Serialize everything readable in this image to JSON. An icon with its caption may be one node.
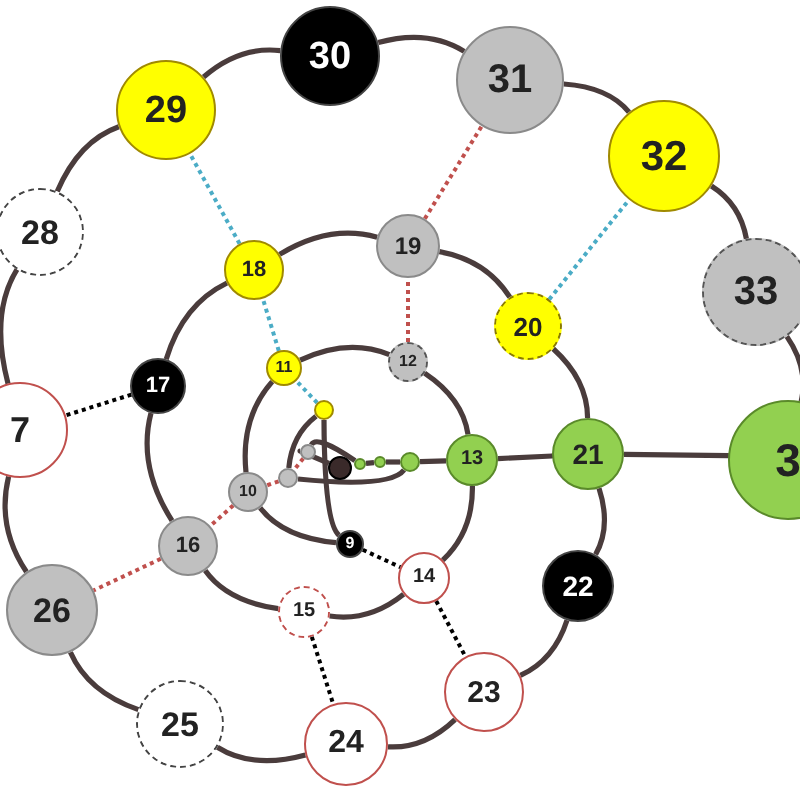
{
  "diagram": {
    "nodes": [
      {
        "text": [],
        "shape": "circle"
      },
      {
        "text": [],
        "shape": "circle"
      },
      {
        "text": [],
        "shape": "circle"
      },
      {
        "text": [],
        "shape": "circle"
      },
      {
        "text": [],
        "shape": "circle"
      },
      {
        "text": [],
        "shape": "circle"
      },
      {
        "text": [],
        "shape": "circle"
      },
      {
        "text": [
          "9"
        ]
      },
      {
        "text": [
          "10"
        ]
      },
      {
        "text": [
          "11"
        ]
      },
      {
        "text": [
          "12"
        ]
      },
      {
        "text": [
          "13"
        ]
      },
      {
        "text": [
          "14"
        ]
      },
      {
        "text": [
          "15"
        ]
      },
      {
        "text": [
          "16"
        ]
      },
      {
        "text": [
          "17"
        ]
      },
      {
        "text": [
          "18"
        ]
      },
      {
        "text": [
          "19"
        ]
      },
      {
        "text": [
          "20"
        ]
      },
      {
        "text": [
          "21"
        ]
      },
      {
        "text": [
          "22"
        ]
      },
      {
        "text": [
          "23"
        ]
      },
      {
        "text": [
          "24"
        ]
      },
      {
        "text": [
          "25"
        ]
      },
      {
        "text": [
          "26"
        ]
      },
      {
        "text": [
          "7"
        ]
      },
      {
        "text": [
          "28"
        ]
      },
      {
        "text": [
          "29"
        ]
      },
      {
        "text": [
          "30"
        ]
      },
      {
        "text": [
          "31"
        ]
      },
      {
        "text": [
          "32"
        ]
      },
      {
        "text": [
          "33"
        ]
      },
      {
        "text": [
          "3"
        ]
      }
    ],
    "edges": [
      {
        "from": 0,
        "to": 1,
        "arrow": "none"
      },
      {
        "from": 1,
        "to": 2,
        "arrow": "none"
      },
      {
        "from": 2,
        "to": 3,
        "arrow": "none"
      },
      {
        "from": 3,
        "to": 4,
        "arrow": "none"
      },
      {
        "from": 4,
        "to": 5,
        "arrow": "none"
      },
      {
        "from": 5,
        "to": 6,
        "arrow": "none"
      },
      {
        "from": 6,
        "to": 7,
        "arrow": "none"
      },
      {
        "from": 7,
        "to": 8,
        "arrow": "none"
      },
      {
        "from": 8,
        "to": 9,
        "arrow": "none"
      },
      {
        "from": 9,
        "to": 10,
        "arrow": "none"
      },
      {
        "from": 10,
        "to": 11,
        "arrow": "none"
      },
      {
        "from": 11,
        "to": 12,
        "arrow": "none"
      },
      {
        "from": 12,
        "to": 13,
        "arrow": "none"
      },
      {
        "from": 13,
        "to": 14,
        "arrow": "none"
      },
      {
        "from": 14,
        "to": 15,
        "arrow": "none"
      },
      {
        "from": 15,
        "to": 16,
        "arrow": "none"
      },
      {
        "from": 16,
        "to": 17,
        "arrow": "none"
      },
      {
        "from": 17,
        "to": 18,
        "arrow": "none"
      },
      {
        "from": 18,
        "to": 19,
        "arrow": "none"
      },
      {
        "from": 19,
        "to": 20,
        "arrow": "none"
      },
      {
        "from": 20,
        "to": 21,
        "arrow": "none"
      },
      {
        "from": 21,
        "to": 22,
        "arrow": "none"
      },
      {
        "from": 22,
        "to": 23,
        "arrow": "none"
      },
      {
        "from": 23,
        "to": 24,
        "arrow": "none"
      },
      {
        "from": 24,
        "to": 25,
        "arrow": "none"
      },
      {
        "from": 25,
        "to": 26,
        "arrow": "none"
      },
      {
        "from": 26,
        "to": 27,
        "arrow": "none"
      },
      {
        "from": 27,
        "to": 28,
        "arrow": "none"
      },
      {
        "from": 28,
        "to": 29,
        "arrow": "none"
      },
      {
        "from": 29,
        "to": 30,
        "arrow": "none"
      },
      {
        "from": 30,
        "to": 31,
        "arrow": "none"
      },
      {
        "from": 31,
        "to": 32,
        "arrow": "none"
      },
      {
        "from": 4,
        "to": 11,
        "arrow": "none"
      },
      {
        "from": 11,
        "to": 19,
        "arrow": "none"
      },
      {
        "from": 19,
        "to": 32,
        "arrow": "none"
      },
      {
        "from": 7,
        "to": 12,
        "arrow": "none",
        "style": "dashed",
        "color": "#000000"
      },
      {
        "from": 12,
        "to": 21,
        "arrow": "none",
        "style": "dashed",
        "color": "#000000"
      },
      {
        "from": 13,
        "to": 22,
        "arrow": "none",
        "style": "dashed",
        "color": "#000000"
      },
      {
        "from": 15,
        "to": 25,
        "arrow": "none",
        "style": "dashed",
        "color": "#000000"
      },
      {
        "from": 1,
        "to": 5,
        "arrow": "none",
        "style": "dashed",
        "color": "#c0504d"
      },
      {
        "from": 5,
        "to": 8,
        "arrow": "none",
        "style": "dashed",
        "color": "#c0504d"
      },
      {
        "from": 8,
        "to": 14,
        "arrow": "none",
        "style": "dashed",
        "color": "#c0504d"
      },
      {
        "from": 14,
        "to": 24,
        "arrow": "none",
        "style": "dashed",
        "color": "#c0504d"
      },
      {
        "from": 10,
        "to": 17,
        "arrow": "none",
        "style": "dashed",
        "color": "#c0504d"
      },
      {
        "from": 17,
        "to": 29,
        "arrow": "none",
        "style": "dashed",
        "color": "#c0504d"
      },
      {
        "from": 6,
        "to": 9,
        "arrow": "none",
        "style": "dashed",
        "color": "#4bacc6"
      },
      {
        "from": 9,
        "to": 16,
        "arrow": "none",
        "style": "dashed",
        "color": "#4bacc6"
      },
      {
        "from": 16,
        "to": 27,
        "arrow": "none",
        "style": "dashed",
        "color": "#4bacc6"
      },
      {
        "from": 18,
        "to": 30,
        "arrow": "none",
        "style": "dashed",
        "color": "#4bacc6"
      }
    ]
  }
}
